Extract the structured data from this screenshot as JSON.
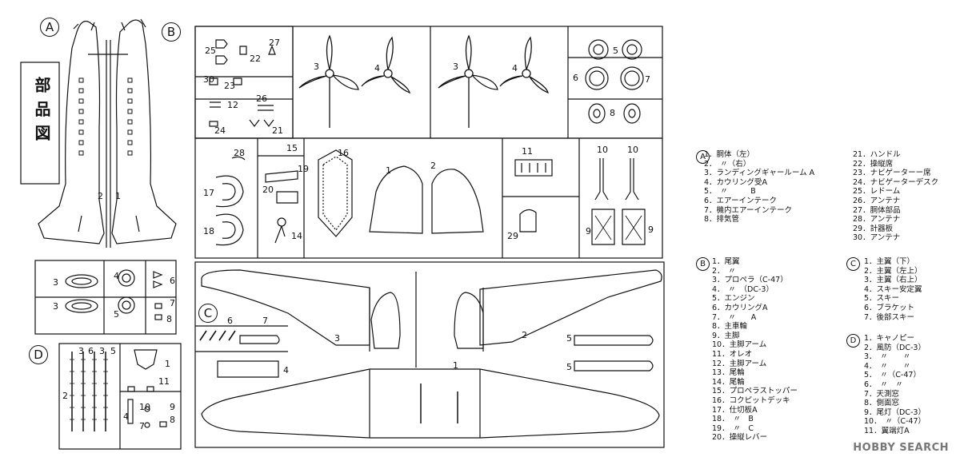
{
  "title_vertical": "部品図",
  "sprue_labels": {
    "A": "A",
    "B": "B",
    "C": "C",
    "D": "D"
  },
  "legend": {
    "A": {
      "marker": "A",
      "items": [
        "1．胴体（左）",
        "2．　〃（右）",
        "3．ランディングギャールーム A",
        "4．カウリング受A",
        "5．　〃　　　B",
        "6．エアーインテーク",
        "7．機内エアーインテーク",
        "8．排気管"
      ]
    },
    "A_continued": {
      "items": [
        "21．ハンドル",
        "22．操縦席",
        "23．ナビゲーターー席",
        "24．ナビゲーターデスク",
        "25．レドーム",
        "26．アンテナ",
        "27．胴体部品",
        "28．アンテナ",
        "29．計器板",
        "30．アンテナ"
      ]
    },
    "B": {
      "marker": "B",
      "items": [
        "1．尾翼",
        "2．　〃",
        "3．プロペラ（C-47）",
        "4．　〃　（DC-3）",
        "5．エンジン",
        "6．カウリングA",
        "7．　〃　　A",
        "8．主車輪",
        "9．主脚",
        "10．主脚アーム",
        "11．オレオ",
        "12．主脚アーム",
        "13．尾輪",
        "14．尾輪",
        "15．プロペラストッパー",
        "16．コクピットデッキ",
        "17．仕切板A",
        "18．　〃　B",
        "19．　〃　C",
        "20．操縦レバー"
      ]
    },
    "C": {
      "marker": "C",
      "items": [
        "1．主翼（下）",
        "2．主翼（左上）",
        "3．主翼（右上）",
        "4．スキー安定翼",
        "5．スキー",
        "6．ブラケット",
        "7．後部スキー"
      ]
    },
    "D": {
      "marker": "D",
      "items": [
        "1．キャノピー",
        "2．風防（DC-3）",
        "3．　〃　　〃",
        "4．　〃　　〃",
        "5．　〃（C-47）",
        "6．　〃　〃",
        "7．天測窓",
        "8．側面窓",
        "9．尾灯（DC-3）",
        "10．　〃（C-47）",
        "11．翼端灯A"
      ]
    }
  },
  "part_numbers": {
    "A": [
      "1",
      "2",
      "3",
      "3",
      "4",
      "5",
      "6",
      "7",
      "8"
    ],
    "B_top": [
      "25",
      "22",
      "27",
      "30",
      "23",
      "12",
      "26",
      "24",
      "21",
      "3",
      "4",
      "3",
      "4",
      "5",
      "6",
      "7",
      "8"
    ],
    "B_mid": [
      "28",
      "15",
      "16",
      "19",
      "20",
      "17",
      "18",
      "14",
      "1",
      "2",
      "11",
      "10",
      "10",
      "29",
      "9",
      "9"
    ],
    "C": [
      "6",
      "7",
      "4",
      "3",
      "2",
      "1",
      "5",
      "5"
    ],
    "D": [
      "2",
      "3",
      "6",
      "3",
      "5",
      "1",
      "11",
      "10",
      "9",
      "4",
      "7",
      "8"
    ]
  },
  "watermark": "HOBBY SEARCH"
}
